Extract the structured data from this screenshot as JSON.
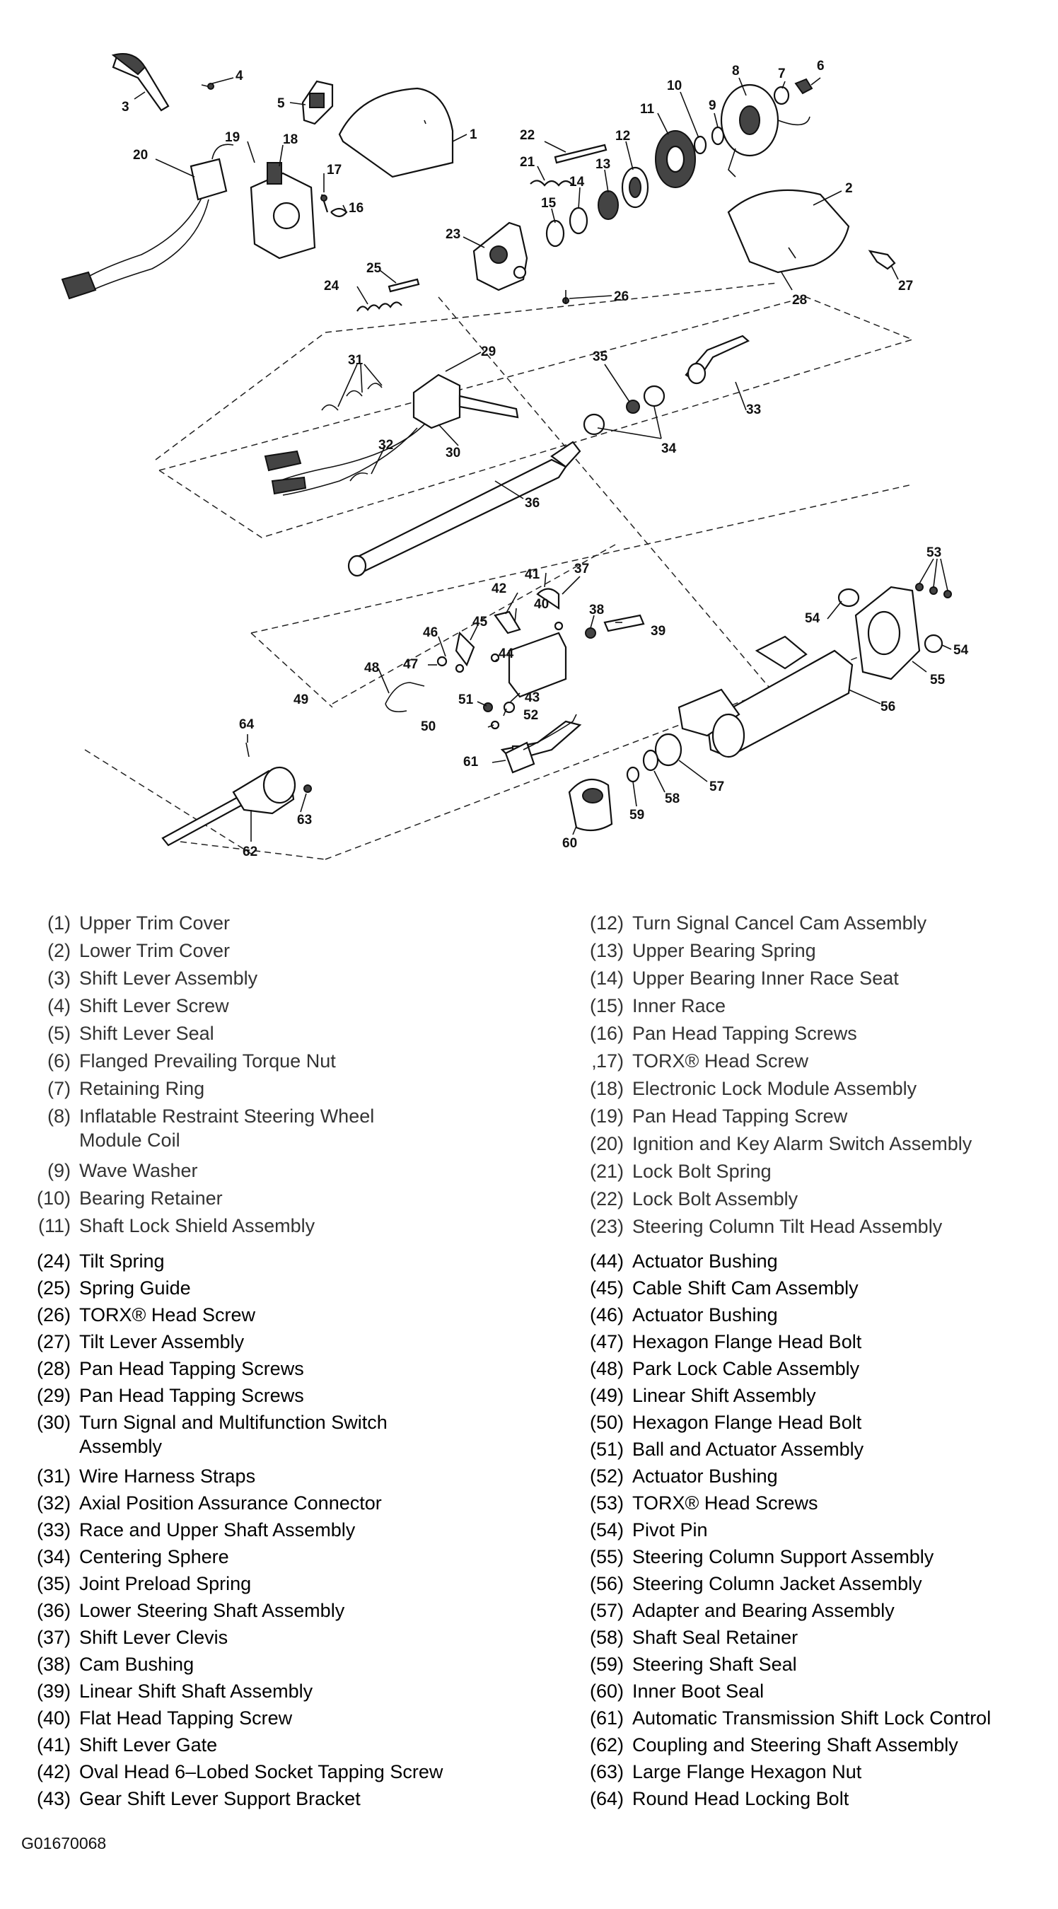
{
  "callouts": [
    "1",
    "2",
    "3",
    "4",
    "5",
    "6",
    "7",
    "8",
    "9",
    "10",
    "11",
    "12",
    "13",
    "14",
    "15",
    "16",
    "17",
    "18",
    "19",
    "20",
    "21",
    "22",
    "23",
    "24",
    "25",
    "26",
    "27",
    "28",
    "29",
    "30",
    "31",
    "32",
    "33",
    "34",
    "35",
    "36",
    "37",
    "38",
    "39",
    "40",
    "41",
    "42",
    "43",
    "44",
    "45",
    "46",
    "47",
    "48",
    "49",
    "50",
    "51",
    "52",
    "53",
    "54",
    "54",
    "55",
    "56",
    "57",
    "58",
    "59",
    "60",
    "61",
    "62",
    "63",
    "64"
  ],
  "legend_top": {
    "left": [
      {
        "num": "(1)",
        "text": "Upper Trim Cover"
      },
      {
        "num": "(2)",
        "text": "Lower Trim Cover"
      },
      {
        "num": "(3)",
        "text": "Shift Lever Assembly"
      },
      {
        "num": "(4)",
        "text": "Shift Lever Screw"
      },
      {
        "num": "(5)",
        "text": "Shift Lever Seal"
      },
      {
        "num": "(6)",
        "text": "Flanged Prevailing Torque Nut"
      },
      {
        "num": "(7)",
        "text": "Retaining Ring"
      },
      {
        "num": "(8)",
        "text": "Inflatable Restraint Steering Wheel",
        "text2": "Module Coil"
      },
      {
        "num": "(9)",
        "text": "Wave Washer"
      },
      {
        "num": "(10)",
        "text": "Bearing Retainer"
      },
      {
        "num": "(11)",
        "text": "Shaft Lock Shield Assembly"
      }
    ],
    "right": [
      {
        "num": "(12)",
        "text": "Turn Signal Cancel Cam Assembly"
      },
      {
        "num": "(13)",
        "text": "Upper Bearing Spring"
      },
      {
        "num": "(14)",
        "text": "Upper Bearing Inner Race Seat"
      },
      {
        "num": "(15)",
        "text": "Inner Race"
      },
      {
        "num": "(16)",
        "text": "Pan Head Tapping Screws"
      },
      {
        "num": "‚17)",
        "text": "TORX® Head Screw"
      },
      {
        "num": "(18)",
        "text": "Electronic Lock Module Assembly"
      },
      {
        "num": "(19)",
        "text": "Pan Head Tapping Screw"
      },
      {
        "num": "(20)",
        "text": "Ignition and Key Alarm Switch Assembly"
      },
      {
        "num": "(21)",
        "text": "Lock Bolt Spring"
      },
      {
        "num": "(22)",
        "text": "Lock Bolt Assembly"
      },
      {
        "num": "(23)",
        "text": "Steering Column Tilt Head Assembly"
      }
    ]
  },
  "legend_bottom": {
    "left": [
      {
        "num": "(24)",
        "text": "Tilt Spring"
      },
      {
        "num": "(25)",
        "text": "Spring Guide"
      },
      {
        "num": "(26)",
        "text": "TORX® Head Screw"
      },
      {
        "num": "(27)",
        "text": "Tilt Lever Assembly"
      },
      {
        "num": "(28)",
        "text": "Pan Head Tapping Screws"
      },
      {
        "num": "(29)",
        "text": "Pan Head Tapping Screws"
      },
      {
        "num": "(30)",
        "text": "Turn Signal and Multifunction Switch",
        "text2": "Assembly"
      },
      {
        "num": "(31)",
        "text": "Wire Harness Straps"
      },
      {
        "num": "(32)",
        "text": "Axial Position Assurance Connector"
      },
      {
        "num": "(33)",
        "text": "Race and Upper Shaft Assembly"
      },
      {
        "num": "(34)",
        "text": "Centering Sphere"
      },
      {
        "num": "(35)",
        "text": "Joint Preload Spring"
      },
      {
        "num": "(36)",
        "text": "Lower Steering Shaft Assembly"
      },
      {
        "num": "(37)",
        "text": "Shift Lever Clevis"
      },
      {
        "num": "(38)",
        "text": "Cam Bushing"
      },
      {
        "num": "(39)",
        "text": "Linear Shift Shaft Assembly"
      },
      {
        "num": "(40)",
        "text": "Flat Head Tapping Screw"
      },
      {
        "num": "(41)",
        "text": "Shift Lever Gate"
      },
      {
        "num": "(42)",
        "text": "Oval Head 6–Lobed Socket Tapping Screw"
      },
      {
        "num": "(43)",
        "text": "Gear Shift Lever Support Bracket"
      }
    ],
    "right": [
      {
        "num": "(44)",
        "text": "Actuator Bushing"
      },
      {
        "num": "(45)",
        "text": "Cable Shift Cam Assembly"
      },
      {
        "num": "(46)",
        "text": "Actuator Bushing"
      },
      {
        "num": "(47)",
        "text": "Hexagon Flange Head Bolt"
      },
      {
        "num": "(48)",
        "text": "Park Lock Cable Assembly"
      },
      {
        "num": "(49)",
        "text": "Linear Shift Assembly"
      },
      {
        "num": "(50)",
        "text": "Hexagon Flange Head Bolt"
      },
      {
        "num": "(51)",
        "text": "Ball and Actuator Assembly"
      },
      {
        "num": "(52)",
        "text": "Actuator Bushing"
      },
      {
        "num": "(53)",
        "text": "TORX® Head Screws"
      },
      {
        "num": "(54)",
        "text": "Pivot Pin"
      },
      {
        "num": "(55)",
        "text": "Steering Column Support Assembly"
      },
      {
        "num": "(56)",
        "text": "Steering Column Jacket Assembly"
      },
      {
        "num": "(57)",
        "text": "Adapter and Bearing Assembly"
      },
      {
        "num": "(58)",
        "text": "Shaft Seal Retainer"
      },
      {
        "num": "(59)",
        "text": "Steering Shaft Seal"
      },
      {
        "num": "(60)",
        "text": "Inner Boot Seal"
      },
      {
        "num": "(61)",
        "text": "Automatic Transmission Shift Lock Control"
      },
      {
        "num": "(62)",
        "text": "Coupling and Steering Shaft Assembly"
      },
      {
        "num": "(63)",
        "text": "Large Flange Hexagon Nut"
      },
      {
        "num": "(64)",
        "text": "Round Head Locking Bolt"
      }
    ]
  },
  "figure_code": "G01670068"
}
